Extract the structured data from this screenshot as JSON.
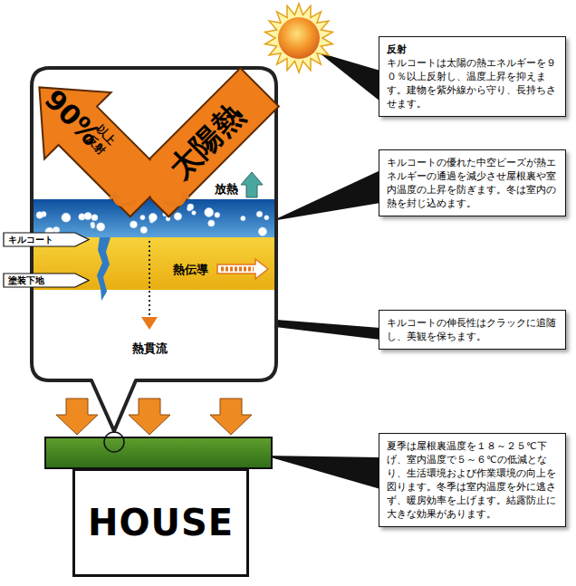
{
  "diagram": {
    "nodes": [
      {
        "text": [
          "反射",
          "キルコートは太陽の熱エネルギーを９０％以上反射し、温度上昇を抑えます。建物を紫外線から守り、長持ちさせます。"
        ]
      },
      {
        "text": [
          "キルコートの優れた中空ビーズが熱エネルギーの通過を減少させ屋根裏や室内温度の上昇を防ぎます。冬は室内の熱を封じ込めます。"
        ]
      },
      {
        "text": [
          "キルコートの伸長性はクラックに追随し、美観を保ちます。"
        ]
      },
      {
        "text": [
          "夏季は屋根裏温度を１８～２５℃下げ、室内温度で５～６℃の低減となり、生活環境および作業環境の向上を図ります。冬季は室内温度を外に逃さず、暖房効率を上げます。結露防止に大きな効果があります。"
        ]
      },
      {
        "text": [
          "キルコート"
        ]
      },
      {
        "text": [
          "塗装下地"
        ]
      },
      {
        "text": [
          "HOUSE"
        ]
      }
    ],
    "labels": [
      "90%",
      "以上",
      "反射",
      "太陽熱",
      "放熱",
      "熱伝導",
      "熱貫流"
    ]
  }
}
